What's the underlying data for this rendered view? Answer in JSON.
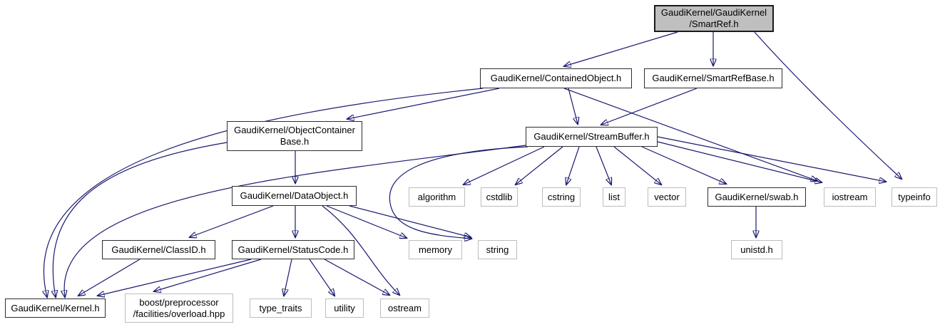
{
  "diagram": {
    "kind": "include-dependency-graph",
    "colors": {
      "background": "#ffffff",
      "edge": "#191970",
      "current_node_fill": "#bfbfbf",
      "documented_node_border": "#2e2e2e",
      "external_node_border": "#bdbdbd"
    }
  },
  "nodes": {
    "smartref": {
      "label_line1": "GaudiKernel/GaudiKernel",
      "label_line2": "/SmartRef.h"
    },
    "containedobject": {
      "label": "GaudiKernel/ContainedObject.h"
    },
    "smartrefbase": {
      "label": "GaudiKernel/SmartRefBase.h"
    },
    "objectcontainerbase": {
      "label_line1": "GaudiKernel/ObjectContainer",
      "label_line2": "Base.h"
    },
    "streambuffer": {
      "label": "GaudiKernel/StreamBuffer.h"
    },
    "dataobject": {
      "label": "GaudiKernel/DataObject.h"
    },
    "algorithm": {
      "label": "algorithm"
    },
    "cstdlib": {
      "label": "cstdlib"
    },
    "cstring": {
      "label": "cstring"
    },
    "list": {
      "label": "list"
    },
    "vector": {
      "label": "vector"
    },
    "swab": {
      "label": "GaudiKernel/swab.h"
    },
    "iostream": {
      "label": "iostream"
    },
    "typeinfo": {
      "label": "typeinfo"
    },
    "classid": {
      "label": "GaudiKernel/ClassID.h"
    },
    "statuscode": {
      "label": "GaudiKernel/StatusCode.h"
    },
    "memory": {
      "label": "memory"
    },
    "string": {
      "label": "string"
    },
    "unistd": {
      "label": "unistd.h"
    },
    "kernel": {
      "label": "GaudiKernel/Kernel.h"
    },
    "boost": {
      "label_line1": "boost/preprocessor",
      "label_line2": "/facilities/overload.hpp"
    },
    "type_traits": {
      "label": "type_traits"
    },
    "utility": {
      "label": "utility"
    },
    "ostream": {
      "label": "ostream"
    }
  },
  "edges": [
    {
      "from": "smartref",
      "to": "containedobject"
    },
    {
      "from": "smartref",
      "to": "smartrefbase"
    },
    {
      "from": "smartref",
      "to": "typeinfo"
    },
    {
      "from": "containedobject",
      "to": "objectcontainerbase"
    },
    {
      "from": "containedobject",
      "to": "streambuffer"
    },
    {
      "from": "containedobject",
      "to": "iostream"
    },
    {
      "from": "containedobject",
      "to": "kernel"
    },
    {
      "from": "smartrefbase",
      "to": "streambuffer"
    },
    {
      "from": "objectcontainerbase",
      "to": "dataobject"
    },
    {
      "from": "objectcontainerbase",
      "to": "kernel"
    },
    {
      "from": "streambuffer",
      "to": "algorithm"
    },
    {
      "from": "streambuffer",
      "to": "cstdlib"
    },
    {
      "from": "streambuffer",
      "to": "cstring"
    },
    {
      "from": "streambuffer",
      "to": "list"
    },
    {
      "from": "streambuffer",
      "to": "vector"
    },
    {
      "from": "streambuffer",
      "to": "swab"
    },
    {
      "from": "streambuffer",
      "to": "iostream"
    },
    {
      "from": "streambuffer",
      "to": "typeinfo"
    },
    {
      "from": "streambuffer",
      "to": "string"
    },
    {
      "from": "streambuffer",
      "to": "kernel"
    },
    {
      "from": "swab",
      "to": "unistd"
    },
    {
      "from": "dataobject",
      "to": "classid"
    },
    {
      "from": "dataobject",
      "to": "statuscode"
    },
    {
      "from": "dataobject",
      "to": "memory"
    },
    {
      "from": "dataobject",
      "to": "string"
    },
    {
      "from": "dataobject",
      "to": "ostream"
    },
    {
      "from": "classid",
      "to": "kernel"
    },
    {
      "from": "statuscode",
      "to": "kernel"
    },
    {
      "from": "statuscode",
      "to": "boost"
    },
    {
      "from": "statuscode",
      "to": "type_traits"
    },
    {
      "from": "statuscode",
      "to": "utility"
    },
    {
      "from": "statuscode",
      "to": "ostream"
    }
  ]
}
